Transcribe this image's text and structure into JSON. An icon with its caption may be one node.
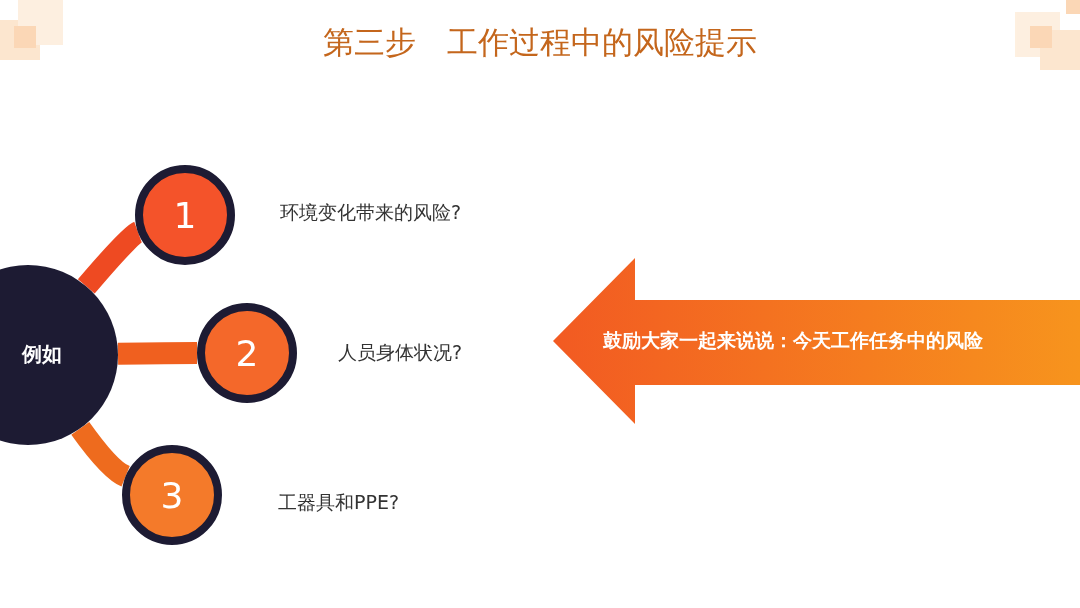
{
  "diagram": {
    "title": "第三步　工作过程中的风险提示",
    "nodes": [
      {
        "text": [
          "例如"
        ]
      },
      {
        "text": [
          "1"
        ],
        "beside": [
          "环境变化带来的风险?"
        ]
      },
      {
        "text": [
          "2"
        ],
        "beside": [
          "人员身体状况?"
        ]
      },
      {
        "text": [
          "3"
        ],
        "beside": [
          "工器具和PPE?"
        ]
      },
      {
        "text": [
          "鼓励大家一起来说说：今天工作任务中的风险"
        ]
      }
    ],
    "edges": [
      {
        "from": 0,
        "to": 1,
        "arrow": "none"
      },
      {
        "from": 0,
        "to": 2,
        "arrow": "none"
      },
      {
        "from": 0,
        "to": 3,
        "arrow": "none"
      }
    ]
  }
}
